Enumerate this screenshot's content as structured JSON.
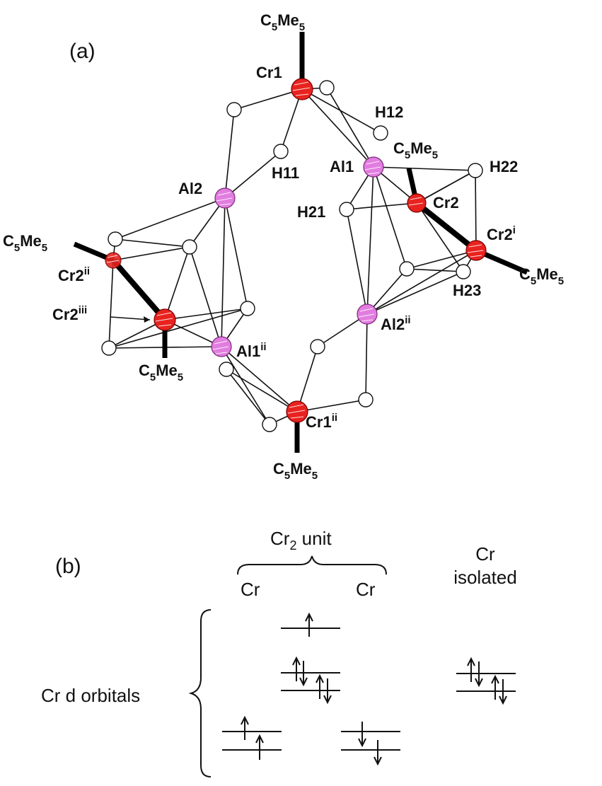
{
  "panel_a": {
    "label": "(a)",
    "atoms": {
      "Cr1": "Cr1",
      "Cr2": "Cr2",
      "Cr2i_base": "Cr2",
      "Cr2i_sup": "i",
      "Cr2ii_base": "Cr2",
      "Cr2ii_sup": "ii",
      "Cr2iii_base": "Cr2",
      "Cr2iii_sup": "iii",
      "Cr1ii_base": "Cr1",
      "Cr1ii_sup": "ii",
      "Al1": "Al1",
      "Al2": "Al2",
      "Al1ii_base": "Al1",
      "Al1ii_sup": "ii",
      "Al2ii_base": "Al2",
      "Al2ii_sup": "ii",
      "H11": "H11",
      "H12": "H12",
      "H21": "H21",
      "H22": "H22",
      "H23": "H23"
    },
    "ligand": {
      "c": "C",
      "c_sub": "5",
      "me": "Me",
      "me_sub": "5"
    }
  },
  "panel_b": {
    "label": "(b)",
    "cr2_unit_base": "Cr",
    "cr2_unit_sub": "2",
    "cr2_unit_rest": " unit",
    "cr_left": "Cr",
    "cr_right": "Cr",
    "isolated_line1": "Cr",
    "isolated_line2": "isolated",
    "orbitals_label": "Cr d orbitals"
  },
  "colors": {
    "chromium": "#e8231f",
    "aluminium": "#e27de0",
    "hydrogen": "#ffffff"
  }
}
